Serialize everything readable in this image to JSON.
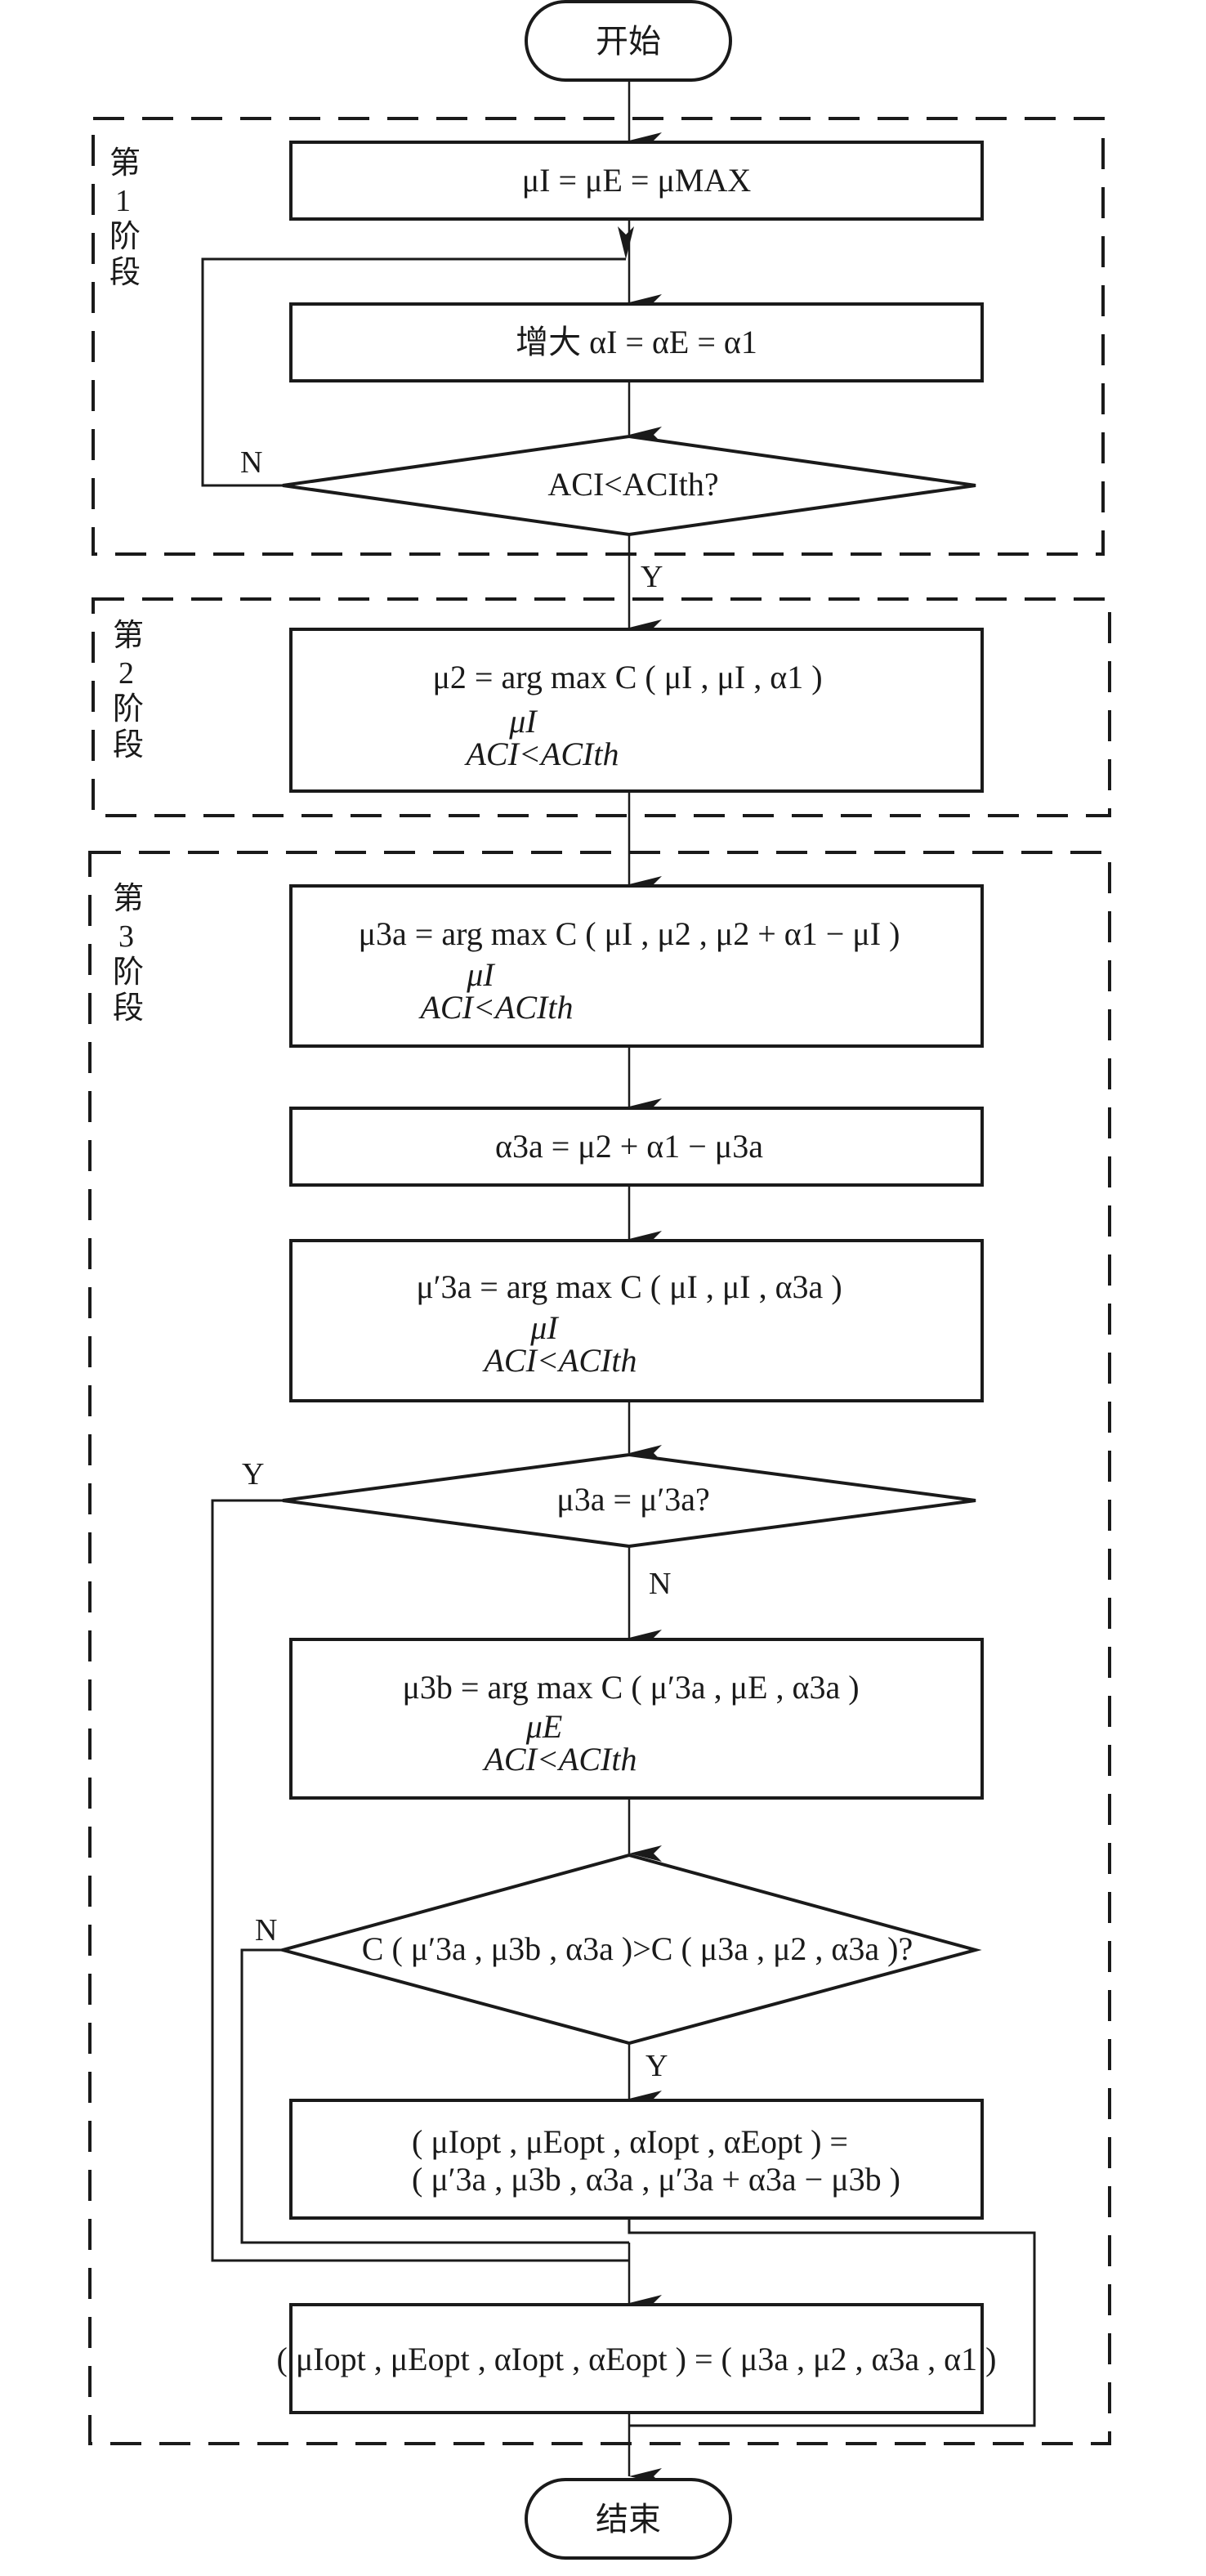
{
  "terminals": {
    "start": "开始",
    "end": "结束"
  },
  "stages": [
    {
      "label_lines": [
        "第",
        "1",
        "阶",
        "段"
      ]
    },
    {
      "label_lines": [
        "第",
        "2",
        "阶",
        "段"
      ]
    },
    {
      "label_lines": [
        "第",
        "3",
        "阶",
        "段"
      ]
    }
  ],
  "nodes": {
    "init": {
      "type": "process",
      "text": "μI = μE = μMAX"
    },
    "increase_alpha": {
      "type": "process",
      "text": "增大 αI = αE = α1"
    },
    "check_acl_1": {
      "type": "decision",
      "text": "ACI<ACIth?"
    },
    "mu2": {
      "type": "process",
      "text": "μ2 = arg max C ( μI , μI , α1 )",
      "under_1": "μI",
      "under_2": "ACI<ACIth"
    },
    "mu3a": {
      "type": "process",
      "text": "μ3a = arg max C ( μI , μ2 , μ2 + α1 − μI )",
      "under_1": "μI",
      "under_2": "ACI<ACIth"
    },
    "alpha3a": {
      "type": "process",
      "text": "α3a = μ2 + α1 − μ3a"
    },
    "mu3a_prime": {
      "type": "process",
      "text": "μ′3a = arg max C ( μI , μI , α3a )",
      "under_1": "μI",
      "under_2": "ACI<ACIth"
    },
    "check_equal": {
      "type": "decision",
      "text": "μ3a = μ′3a?"
    },
    "mu3b": {
      "type": "process",
      "text": "μ3b = arg max C ( μ′3a , μE , α3a )",
      "under_1": "μE",
      "under_2": "ACI<ACIth"
    },
    "check_compare": {
      "type": "decision",
      "text": "C ( μ′3a , μ3b , α3a )>C ( μ3a , μ2 , α3a )?"
    },
    "opt_b": {
      "type": "process",
      "line_1": "( μIopt , μEopt , αIopt , αEopt ) =",
      "line_2": "( μ′3a , μ3b , α3a , μ′3a + α3a − μ3b )"
    },
    "opt_a": {
      "type": "process",
      "text": "( μIopt , μEopt , αIopt , αEopt ) = ( μ3a , μ2 , α3a , α1 )"
    }
  },
  "edge_labels": {
    "check_acl_1_no": "N",
    "check_acl_1_yes": "Y",
    "check_equal_yes": "Y",
    "check_equal_no": "N",
    "check_compare_no": "N",
    "check_compare_yes": "Y"
  },
  "colors": {
    "line": "#1a1a1a",
    "background": "#ffffff"
  }
}
